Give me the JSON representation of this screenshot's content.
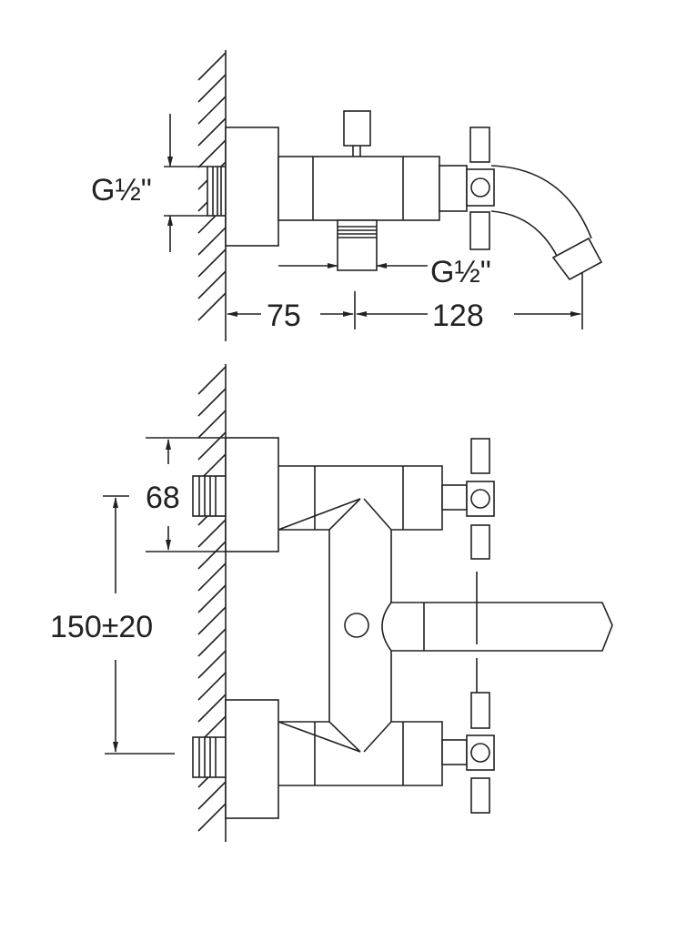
{
  "drawing": {
    "top_view": {
      "inlet_thread_label": "G½\"",
      "outlet_thread_label": "G½\"",
      "dim_wall_to_outlet": "75",
      "dim_outlet_to_spout": "128"
    },
    "front_view": {
      "dim_body_height": "68",
      "dim_inlet_spacing": "150±20"
    }
  }
}
